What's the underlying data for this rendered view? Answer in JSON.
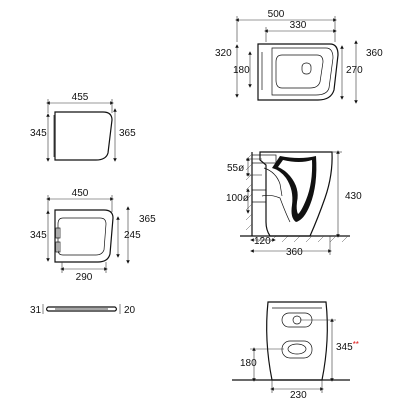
{
  "views": {
    "top_right": {
      "overall_width": "500",
      "bowl_width": "330",
      "left_height": "320",
      "inner_height": "180",
      "right_height": "360",
      "right_inner": "270"
    },
    "seat_top": {
      "width": "455",
      "left_height": "345",
      "right_height": "365"
    },
    "seat_bottom": {
      "width": "450",
      "left_height": "345",
      "right_height": "365",
      "inner_height": "245",
      "bottom_width": "290"
    },
    "seat_side": {
      "left_thk": "31",
      "right_thk": "20"
    },
    "section": {
      "inlet": "55",
      "inlet_unit": "ø",
      "outlet": "100",
      "outlet_unit": "ø",
      "height": "430",
      "offset": "120",
      "depth": "360"
    },
    "rear": {
      "height_main": "345",
      "height_mark": "**",
      "height_low": "180",
      "width": "230"
    }
  }
}
